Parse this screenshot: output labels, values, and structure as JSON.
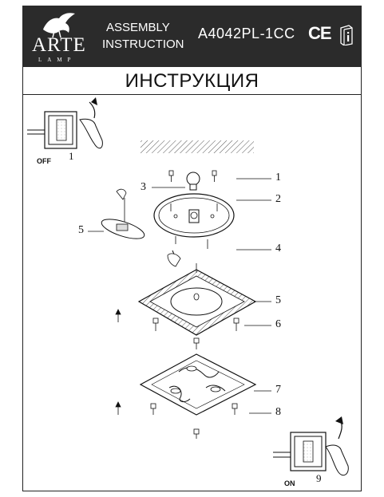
{
  "header": {
    "brand": "ARTE",
    "brand_sub": "LAMP",
    "doc_type_line1": "ASSEMBLY",
    "doc_type_line2": "INSTRUCTION",
    "model": "A4042PL-1CC",
    "ce_mark": "CE",
    "icons": [
      "bird-logo-icon",
      "ce-mark-icon",
      "read-manual-icon"
    ]
  },
  "title": "ИНСТРУКЦИЯ",
  "steps": {
    "off_label": "OFF",
    "off_step": "1",
    "on_label": "ON",
    "on_step": "9"
  },
  "parts": [
    "1",
    "2",
    "3",
    "4",
    "5",
    "5",
    "6",
    "7",
    "8"
  ]
}
